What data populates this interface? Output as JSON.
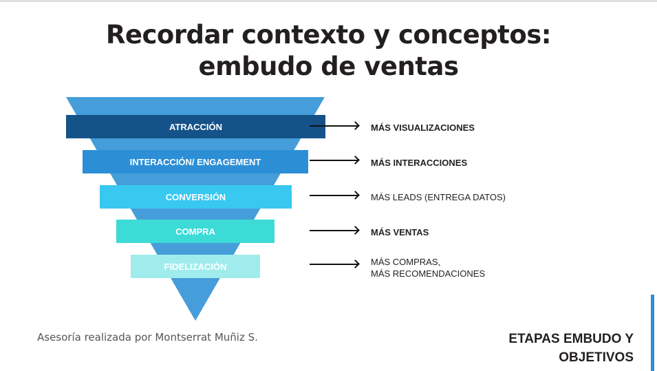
{
  "title_line1": "Recordar contexto y conceptos:",
  "title_line2": "embudo de ventas",
  "stages": [
    {
      "label": "ATRACCIÓN",
      "objective": "MÁS VISUALIZACIONES",
      "color": "#16528a"
    },
    {
      "label": "INTERACCIÓN/ ENGAGEMENT",
      "objective": "MÁS INTERACCIONES",
      "color": "#2c8fd6"
    },
    {
      "label": "CONVERSIÓN",
      "objective": "MÁS LEADS (ENTREGA DATOS)",
      "color": "#38c8f0"
    },
    {
      "label": "COMPRA",
      "objective": "MÁS VENTAS",
      "color": "#3ddbd6"
    },
    {
      "label": "FIDELIZACIÓN",
      "objective_line1": "MÁS COMPRAS,",
      "objective_line2": "MÁS RECOMENDACIONES",
      "color": "#a0ecec"
    }
  ],
  "funnel_color": "#459dd9",
  "credit": "Asesoría realizada por Montserrat Muñiz S.",
  "section_line1": "ETAPAS EMBUDO Y",
  "section_line2": "OBJETIVOS"
}
